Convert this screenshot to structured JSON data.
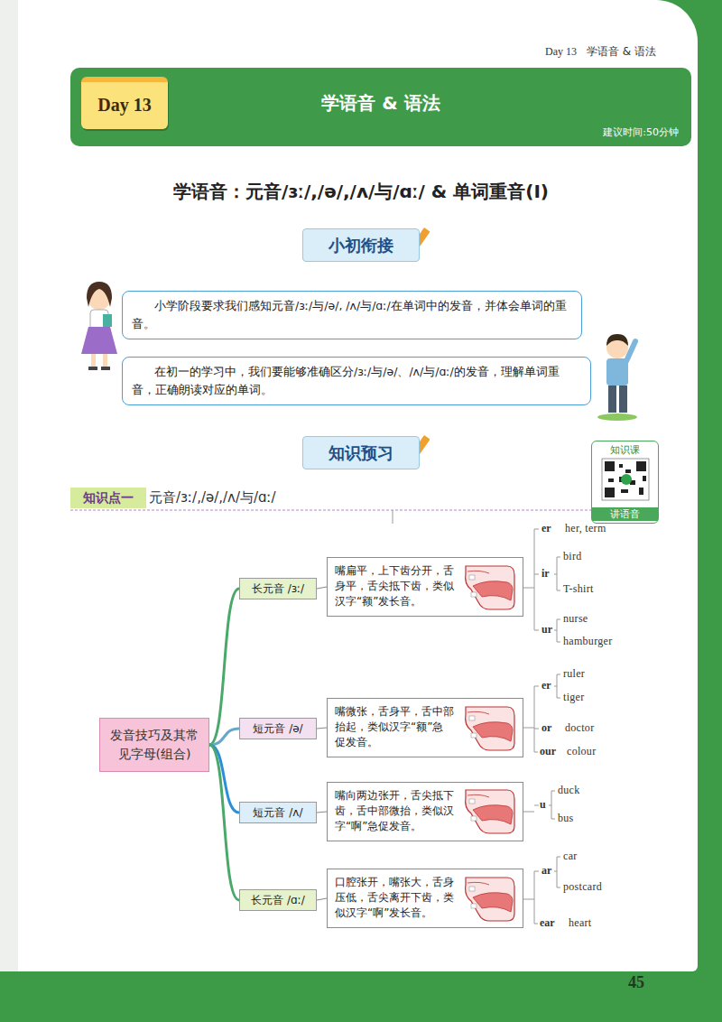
{
  "diagram": {
    "title": "学语音：元音/ɜː/,/ə/,/ʌ/与/ɑː/ & 单词重音(Ⅰ)",
    "nodes": [
      {
        "text": [
          "学语音 & 语法",
          "建议时间:50分钟"
        ]
      },
      {
        "text": [
          "Day 13"
        ],
        "in": 0
      },
      {
        "text": [
          "小初衔接"
        ]
      },
      {
        "text": [
          "小学阶段要求我们感知元音/ɜː/与/ə/, /ʌ/与/ɑː/在单词中的发音，并体会单词的重音。"
        ]
      },
      {
        "text": [
          "在初一的学习中，我们要能够准确区分/ɜː/与/ə/、/ʌ/与/ɑː/的发音，理解单词重音，正确朗读对应的单词。"
        ]
      },
      {
        "text": [
          "知识预习"
        ]
      },
      {
        "text": [
          "知识课",
          "讲语音"
        ]
      },
      {
        "text": [
          "知识点一"
        ]
      },
      {
        "text": [
          "发音技巧及其常见字母(组合)"
        ]
      },
      {
        "text": [
          "长元音 /ɜː/"
        ]
      },
      {
        "text": [
          "嘴扁平，上下齿分开，舌身平，舌尖抵下齿，类似汉字“额”发长音。"
        ]
      },
      {
        "text": [
          "短元音 /ə/"
        ]
      },
      {
        "text": [
          "嘴微张，舌身平，舌中部抬起，类似汉字“额”急促发音。"
        ]
      },
      {
        "text": [
          "短元音 /ʌ/"
        ]
      },
      {
        "text": [
          "嘴向两边张开，舌尖抵下齿，舌中部微抬，类似汉字“啊”急促发音。"
        ]
      },
      {
        "text": [
          "长元音 /ɑː/"
        ]
      },
      {
        "text": [
          "口腔张开，嘴张大，舌身压低，舌尖离开下齿，类似汉字“啊”发长音。"
        ]
      }
    ],
    "edges": [
      {
        "from": 8,
        "to": 9,
        "arrow": "none"
      },
      {
        "from": 8,
        "to": 11,
        "arrow": "none"
      },
      {
        "from": 8,
        "to": 13,
        "arrow": "none"
      },
      {
        "from": 8,
        "to": 15,
        "arrow": "none"
      },
      {
        "from": 9,
        "to": 10,
        "arrow": "none"
      },
      {
        "from": 11,
        "to": 12,
        "arrow": "none"
      },
      {
        "from": 13,
        "to": 14,
        "arrow": "none"
      },
      {
        "from": 15,
        "to": 16,
        "arrow": "none"
      }
    ],
    "labels": [
      "Day 13",
      "学语音 & 语法",
      "元音/ɜː/,/ə/,/ʌ/与/ɑː/",
      "er",
      "her, term",
      "ir",
      "bird",
      "T-shirt",
      "ur",
      "nurse",
      "hamburger",
      "er",
      "ruler",
      "tiger",
      "or",
      "doctor",
      "our",
      "colour",
      "u",
      "duck",
      "bus",
      "ar",
      "car",
      "postcard",
      "ear",
      "heart",
      "45"
    ]
  }
}
